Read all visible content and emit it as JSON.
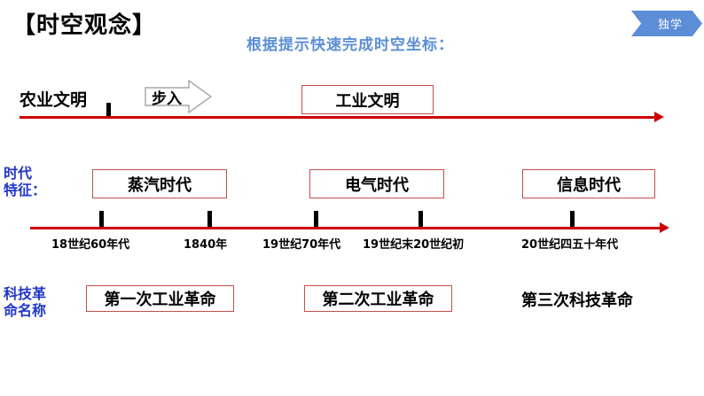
{
  "header": {
    "title": "【时空观念】",
    "subtitle": "根据提示快速完成时空坐标：",
    "badge_label": "独学"
  },
  "colors": {
    "axis_red": "#cc0000",
    "box_border_red": "#c0504d",
    "label_blue": "#2036c8",
    "subtitle_blue": "#5b8ed6",
    "badge_blue": "#5b8ed6",
    "tick_black": "#000000"
  },
  "row_civilization": {
    "start_label": "农业文明",
    "step_arrow_label": "步入",
    "end_box_label": "工业文明"
  },
  "row_era": {
    "row_label_line1": "时代",
    "row_label_line2": "特征：",
    "boxes": [
      {
        "label": "蒸汽时代"
      },
      {
        "label": "电气时代"
      },
      {
        "label": "信息时代"
      }
    ],
    "ticks": [
      {
        "caption": "18世纪60年代"
      },
      {
        "caption": "1840年"
      },
      {
        "caption": "19世纪70年代"
      },
      {
        "caption": "19世纪末20世纪初"
      },
      {
        "caption": "20世纪四五十年代"
      }
    ]
  },
  "row_revolution": {
    "row_label_line1": "科技革",
    "row_label_line2": "命名称",
    "items": [
      {
        "label": "第一次工业革命",
        "boxed": true
      },
      {
        "label": "第二次工业革命",
        "boxed": true
      },
      {
        "label": "第三次科技革命",
        "boxed": false
      }
    ]
  }
}
